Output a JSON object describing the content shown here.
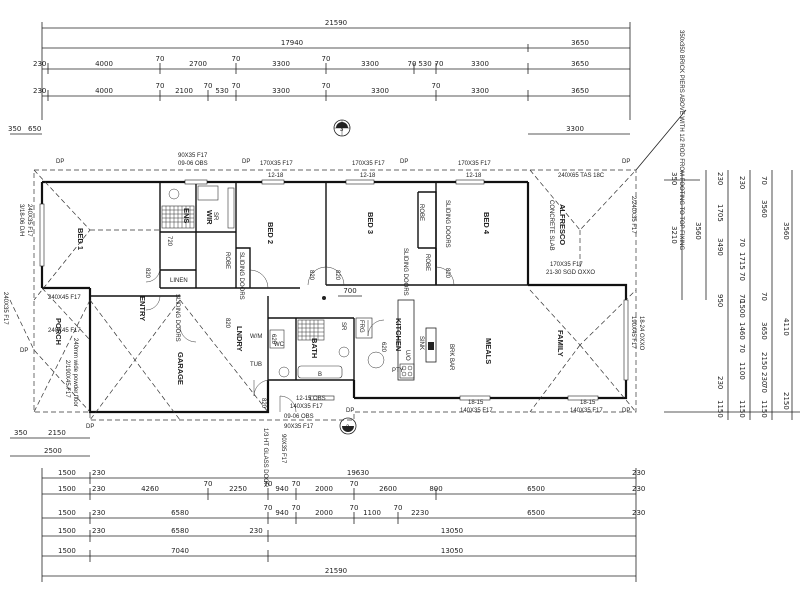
{
  "top_dims": {
    "total": "21590",
    "row2": [
      "17940",
      "3650"
    ],
    "row3": [
      "230",
      "4000",
      "70",
      "2700",
      "70",
      "3300",
      "70",
      "3300",
      "70",
      "530",
      "70",
      "3300",
      "3650"
    ],
    "row4": [
      "230",
      "4000",
      "70",
      "2100",
      "70",
      "530",
      "70",
      "3300",
      "70",
      "3300",
      "70",
      "3300",
      "3650"
    ],
    "left_small": [
      "350",
      "650"
    ],
    "right_small": "3300"
  },
  "bottom_dims": {
    "row1": [
      "1500",
      "230",
      "19630",
      "230"
    ],
    "row2": [
      "1500",
      "230",
      "4260",
      "70",
      "2250",
      "70",
      "940",
      "70",
      "2000",
      "70",
      "2600",
      "800",
      "6500",
      "230"
    ],
    "row3": [
      "1500",
      "230",
      "6580",
      "70",
      "940",
      "70",
      "2000",
      "70",
      "1100",
      "70",
      "2230",
      "6500",
      "230"
    ],
    "row4": [
      "1500",
      "230",
      "6580",
      "230",
      "13050"
    ],
    "row5": [
      "1500",
      "7040",
      "13050"
    ],
    "total": "21590"
  },
  "right_dims": {
    "col1": [
      "350",
      "3210",
      "3560"
    ],
    "col2": [
      "230",
      "1705",
      "3490",
      "70",
      "1715",
      "70",
      "950",
      "70",
      "1460",
      "70",
      "1100",
      "230",
      "1150"
    ],
    "col3": [
      "230",
      "70",
      "1500",
      "70",
      "2150",
      "70",
      "1150"
    ],
    "col4": [
      "230",
      "3560",
      "230",
      "3650",
      "230",
      "1150"
    ],
    "col5": [
      "3560",
      "4110",
      "2150"
    ]
  },
  "left_dims": [
    "350",
    "2150",
    "2500"
  ],
  "rooms": {
    "bed1": "BED 1",
    "bed2": "BED 2",
    "bed3": "BED 3",
    "bed4": "BED 4",
    "wir": "WIR",
    "ens": "ENS",
    "alfresco": "ALFRESCO",
    "alfresco_sub": "CONCRETE SLAB",
    "family": "FAMILY",
    "meals": "MEALS",
    "kitchen": "KITCHEN",
    "garage": "GARAGE",
    "porch": "PORCH",
    "entry": "ENTRY",
    "lndry": "LNDRY",
    "bath": "BATH",
    "linen": "LINEN"
  },
  "notes": {
    "window_bed1": "3/18-06 D/H",
    "window_bed1b": "240X35 F17",
    "beam_top_left": "90X35 F17",
    "beam_top_left2": "09-06 OBS",
    "beam_bed2": "170X35 F17",
    "window_bed2": "12-18",
    "beam_bed3": "170X35 F17",
    "window_bed3": "12-18",
    "beam_bed4": "170X35 F17",
    "window_bed4": "12-18",
    "alfresco_beam": "240X65 TAS 18C",
    "alfresco_beam2": "2/240X35 F17",
    "sgd": "170X35 F17",
    "sgd2": "21-30 SGD OXXO",
    "family_beam": "190X45 F17",
    "family_door": "18-24 OXXO",
    "meals_win": "18-15",
    "meals_beam": "140X35 F17",
    "family_win": "18-15",
    "family_beam2": "140X35 F17",
    "brk_bar": "BRK BAR",
    "bath_win": "12-15 OBS",
    "bath_beam": "140X35 F17",
    "lndry_win": "09-06 OBS",
    "lndry_beam": "90X35 F17",
    "porch_beam1": "240X45 F17",
    "porch_beam2": "240X45 F17",
    "porch_beam3": "240X35 F17",
    "entry_beam": "2/190X45 F17",
    "entry_lite": "240mm wide powder floor",
    "lndry_door": "1/3 HT GLASS DOOR",
    "lndry_beam2": "90X35 F17",
    "piers": "350x350 BRICK PIERS ABOVE WITH 1/2 ROD FROM FOOTING TO TOP FIXING",
    "dp": "DP",
    "sliding_doors": "SLIDING DOORS",
    "robe": "ROBE",
    "door_820": "820",
    "door_720": "720",
    "door_620": "620",
    "hall_700": "700",
    "door_620b": "620",
    "wm": "W/M",
    "tub": "TUB",
    "sr": "SR",
    "frg": "FRG",
    "sink": "SINK",
    "uo": "U/O",
    "pty": "PTY",
    "wc": "WC",
    "scale_b": "B",
    "n_lbl": "3"
  }
}
